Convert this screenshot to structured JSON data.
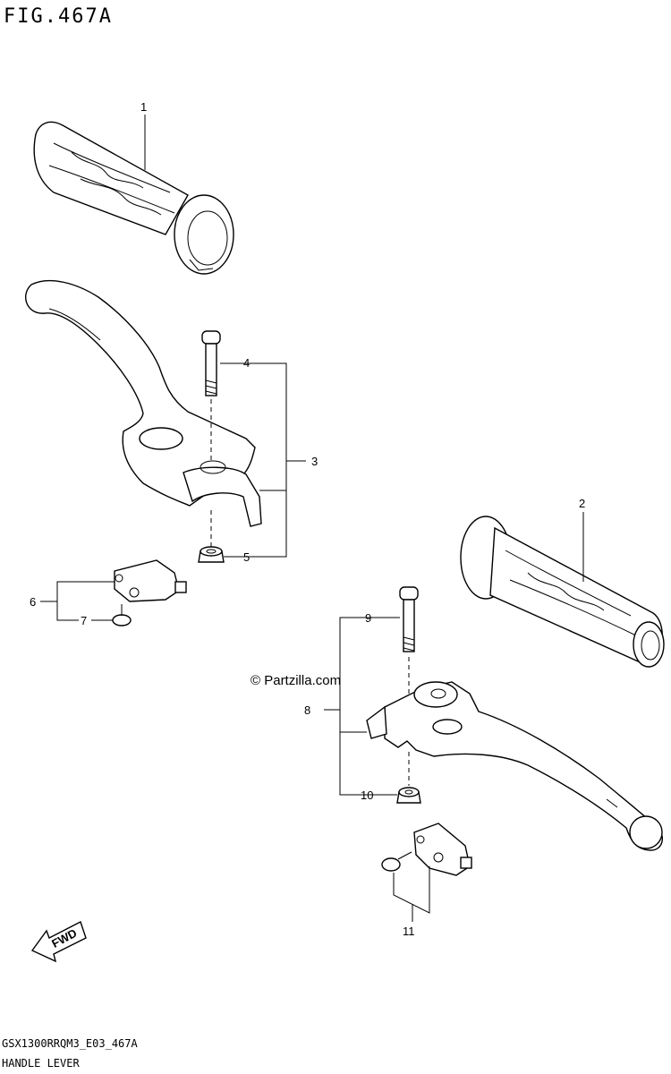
{
  "figure": {
    "title": "FIG.467A",
    "watermark": "© Partzilla.com",
    "model_code": "GSX1300RRQM3_E03_467A",
    "section_name": "HANDLE LEVER",
    "fwd_label": "FWD"
  },
  "callouts": [
    "1",
    "2",
    "3",
    "4",
    "5",
    "6",
    "7",
    "8",
    "9",
    "10",
    "11"
  ]
}
